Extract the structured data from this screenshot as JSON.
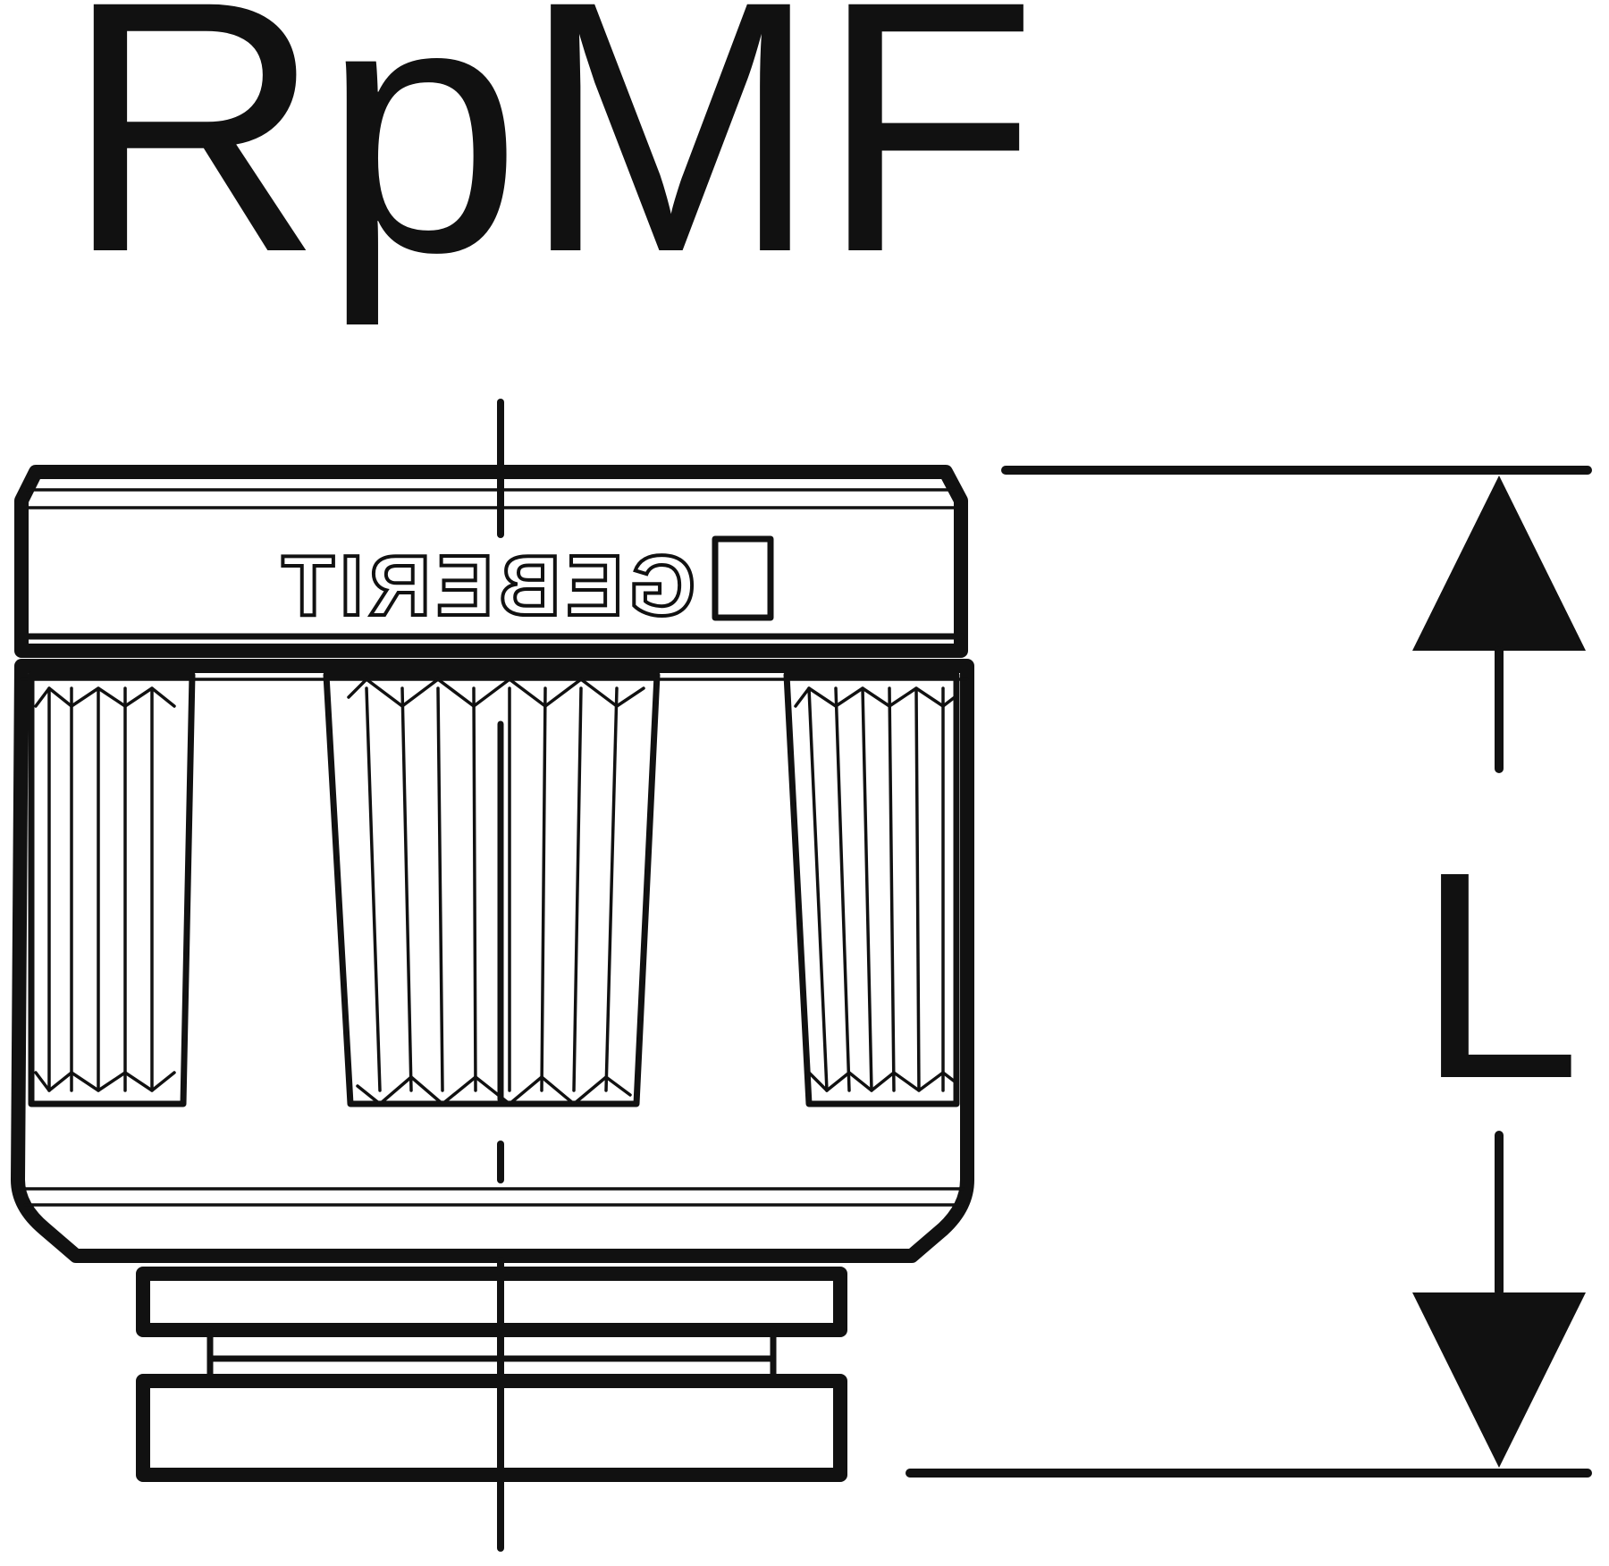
{
  "title": "RpMF",
  "brand": "GEBERIT",
  "dimension": {
    "label": "L"
  },
  "colors": {
    "line": "#111111",
    "background": "#ffffff"
  }
}
